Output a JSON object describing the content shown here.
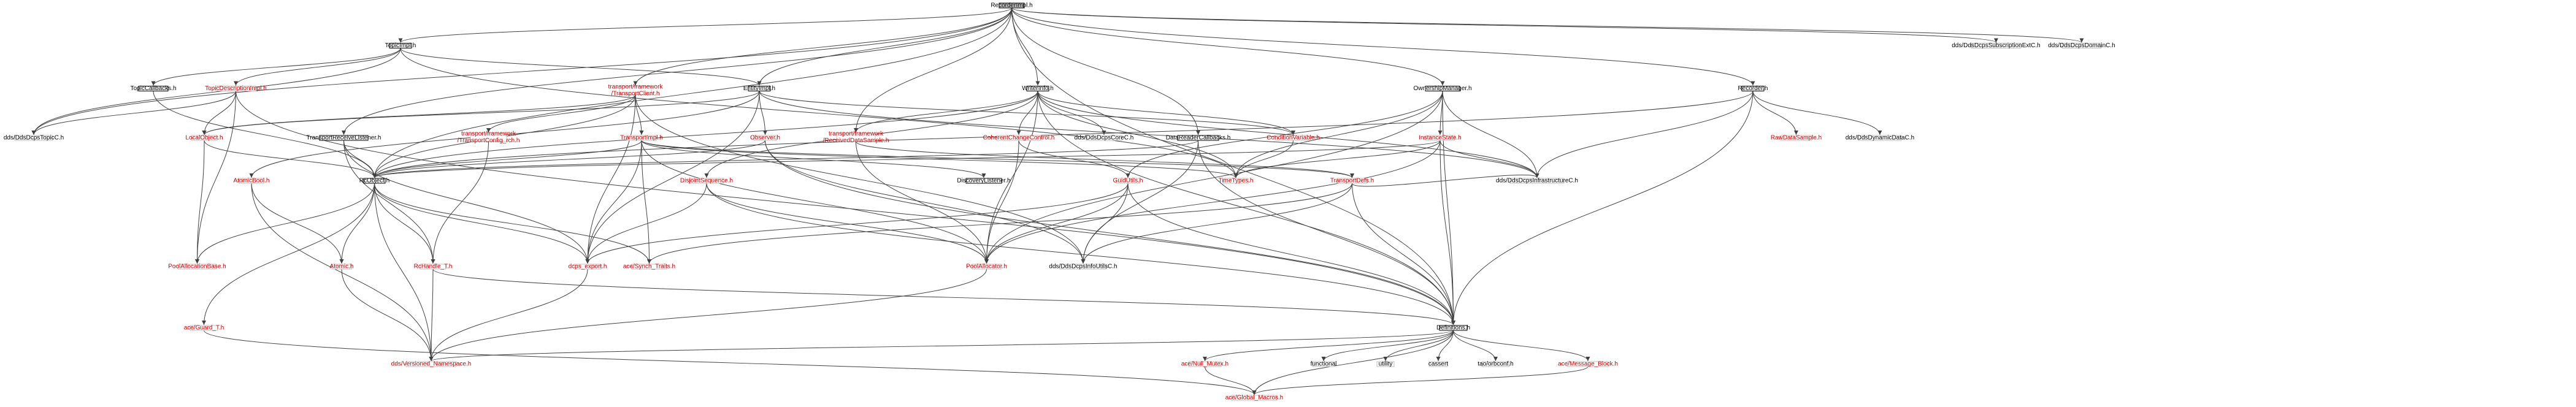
{
  "graph": {
    "colors": {
      "edge": "#404040",
      "red_label": "#cc0000",
      "root_fill": "#bfbfbf"
    },
    "nodes": {
      "recorderimpl": {
        "lines": [
          "RecorderImpl.h"
        ],
        "style": "root",
        "red": false
      },
      "topicimpl": {
        "lines": [
          "TopicImpl.h"
        ],
        "style": "plain",
        "red": false
      },
      "transportclient": {
        "lines": [
          "transport/framework",
          "/TransportClient.h"
        ],
        "style": "linked",
        "red": true
      },
      "entityimpl": {
        "lines": [
          "EntityImpl.h"
        ],
        "style": "plain",
        "red": false
      },
      "writerinfo": {
        "lines": [
          "WriterInfo.h"
        ],
        "style": "plain",
        "red": false
      },
      "ownershipmanager": {
        "lines": [
          "OwnershipManager.h"
        ],
        "style": "plain",
        "red": false
      },
      "recorder": {
        "lines": [
          "Recorder.h"
        ],
        "style": "plain",
        "red": false
      },
      "subscriptionext": {
        "lines": [
          "dds/DdsDcpsSubscriptionExtC.h"
        ],
        "style": "linked",
        "red": false
      },
      "domainc": {
        "lines": [
          "dds/DdsDcpsDomainC.h"
        ],
        "style": "linked",
        "red": false
      },
      "topiccallbacks": {
        "lines": [
          "TopicCallbacks.h"
        ],
        "style": "plain",
        "red": false
      },
      "topicdescriptionimpl": {
        "lines": [
          "TopicDescriptionImpl.h"
        ],
        "style": "linked",
        "red": true
      },
      "topicc": {
        "lines": [
          "dds/DdsDcpsTopicC.h"
        ],
        "style": "linked",
        "red": false
      },
      "localobject": {
        "lines": [
          "LocalObject.h"
        ],
        "style": "linked",
        "red": true
      },
      "transportreceivelistener": {
        "lines": [
          "TransportReceiveListener.h"
        ],
        "style": "plain",
        "red": false
      },
      "transportconfig": {
        "lines": [
          "transport/framework",
          "/TransportConfig_rch.h"
        ],
        "style": "linked",
        "red": true
      },
      "transportimpl": {
        "lines": [
          "TransportImpl.h"
        ],
        "style": "linked",
        "red": true
      },
      "observer": {
        "lines": [
          "Observer.h"
        ],
        "style": "linked",
        "red": true
      },
      "receiveddatasample": {
        "lines": [
          "transport/framework",
          "/ReceivedDataSample.h"
        ],
        "style": "linked",
        "red": true
      },
      "coherentchangecontrol": {
        "lines": [
          "CoherentChangeControl.h"
        ],
        "style": "linked",
        "red": true
      },
      "corec": {
        "lines": [
          "dds/DdsDcpsCoreC.h"
        ],
        "style": "linked",
        "red": false
      },
      "conditionvariable": {
        "lines": [
          "ConditionVariable.h"
        ],
        "style": "linked",
        "red": true
      },
      "datareadercallbacks": {
        "lines": [
          "DataReaderCallbacks.h"
        ],
        "style": "plain",
        "red": false
      },
      "instancestate": {
        "lines": [
          "InstanceState.h"
        ],
        "style": "linked",
        "red": true
      },
      "rawdatasample": {
        "lines": [
          "RawDataSample.h"
        ],
        "style": "linked",
        "red": true
      },
      "dynamicdatac": {
        "lines": [
          "dds/DdsDynamicDataC.h"
        ],
        "style": "linked",
        "red": false
      },
      "atomicbool": {
        "lines": [
          "AtomicBool.h"
        ],
        "style": "linked",
        "red": true
      },
      "rcobject": {
        "lines": [
          "RcObject.h"
        ],
        "style": "plain",
        "red": false
      },
      "disjointsequence": {
        "lines": [
          "DisjointSequence.h"
        ],
        "style": "linked",
        "red": true
      },
      "discoverylistener": {
        "lines": [
          "DiscoveryListener.h"
        ],
        "style": "plain",
        "red": false
      },
      "guidutils": {
        "lines": [
          "GuidUtils.h"
        ],
        "style": "linked",
        "red": true
      },
      "timetypes": {
        "lines": [
          "TimeTypes.h"
        ],
        "style": "linked",
        "red": true
      },
      "transportdefs": {
        "lines": [
          "TransportDefs.h"
        ],
        "style": "linked",
        "red": true
      },
      "infrastructurec": {
        "lines": [
          "dds/DdsDcpsInfrastructureC.h"
        ],
        "style": "linked",
        "red": false
      },
      "poolallocationbase": {
        "lines": [
          "PoolAllocationBase.h"
        ],
        "style": "linked",
        "red": true
      },
      "atomic": {
        "lines": [
          "Atomic.h"
        ],
        "style": "linked",
        "red": true
      },
      "rchandle": {
        "lines": [
          "RcHandle_T.h"
        ],
        "style": "linked",
        "red": true
      },
      "dcpsexport": {
        "lines": [
          "dcps_export.h"
        ],
        "style": "linked",
        "red": true
      },
      "synchtraits": {
        "lines": [
          "ace/Synch_Traits.h"
        ],
        "style": "linked",
        "red": true
      },
      "poolallocator": {
        "lines": [
          "PoolAllocator.h"
        ],
        "style": "linked",
        "red": true
      },
      "infoutilsc": {
        "lines": [
          "dds/DdsDcpsInfoUtilsC.h"
        ],
        "style": "linked",
        "red": false
      },
      "guard": {
        "lines": [
          "ace/Guard_T.h"
        ],
        "style": "linked",
        "red": true
      },
      "definitions": {
        "lines": [
          "Definitions.h"
        ],
        "style": "plain",
        "red": false
      },
      "versionednamespace": {
        "lines": [
          "dds/Versioned_Namespace.h"
        ],
        "style": "linked",
        "red": true
      },
      "nullmutex": {
        "lines": [
          "ace/Null_Mutex.h"
        ],
        "style": "linked",
        "red": true
      },
      "functional": {
        "lines": [
          "functional"
        ],
        "style": "linked",
        "red": false
      },
      "utility": {
        "lines": [
          "utility"
        ],
        "style": "linked",
        "red": false
      },
      "cassert": {
        "lines": [
          "cassert"
        ],
        "style": "linked",
        "red": false
      },
      "taoorbconf": {
        "lines": [
          "tao/orbconf.h"
        ],
        "style": "linked",
        "red": false
      },
      "messageblock": {
        "lines": [
          "ace/Message_Block.h"
        ],
        "style": "linked",
        "red": true
      },
      "globalmacros": {
        "lines": [
          "ace/Global_Macros.h"
        ],
        "style": "linked",
        "red": true
      }
    }
  }
}
